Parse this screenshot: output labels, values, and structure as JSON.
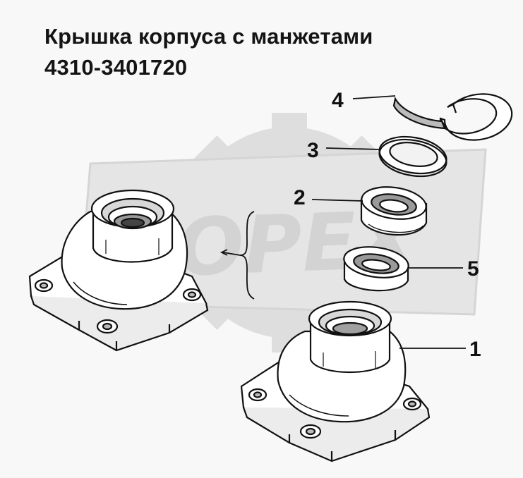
{
  "title": {
    "line1": "Крышка корпуса с манжетами",
    "line2": "4310-3401720"
  },
  "watermark": {
    "text": "OPEX",
    "color": "#d6d6d6"
  },
  "callouts": [
    {
      "id": "1",
      "label": "1"
    },
    {
      "id": "2",
      "label": "2"
    },
    {
      "id": "3",
      "label": "3"
    },
    {
      "id": "4",
      "label": "4"
    },
    {
      "id": "5",
      "label": "5"
    }
  ],
  "colors": {
    "line": "#111111",
    "fill": "#ffffff",
    "shade": "#bdbdbd",
    "background": "#f8f8f8"
  }
}
